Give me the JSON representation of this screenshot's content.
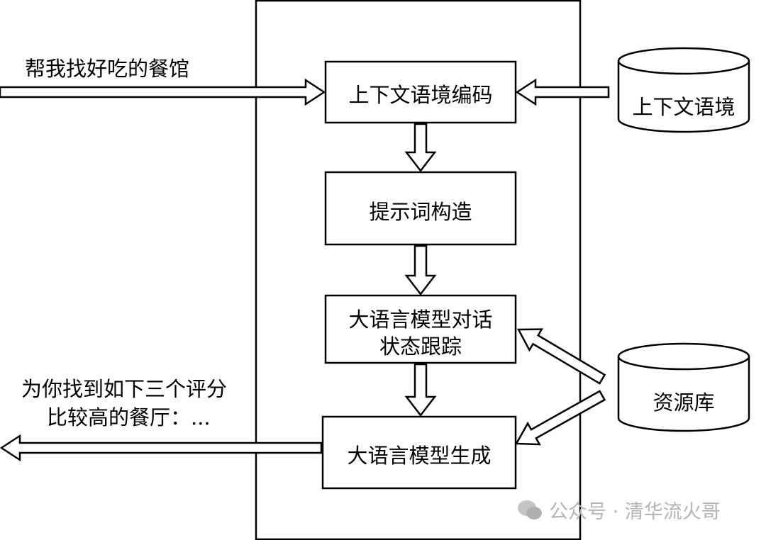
{
  "input_text": "帮我找好吃的餐馆",
  "output_text": [
    "为你找到如下三个评分",
    "比较高的餐厅：..."
  ],
  "modules": {
    "context_encoding": "上下文语境编码",
    "prompt_construction": "提示词构造",
    "dst": [
      "大语言模型对话",
      "状态跟踪"
    ],
    "generation": "大语言模型生成"
  },
  "stores": {
    "context": "上下文语境",
    "resources": "资源库"
  },
  "watermark": "公众号 · 清华流火哥"
}
